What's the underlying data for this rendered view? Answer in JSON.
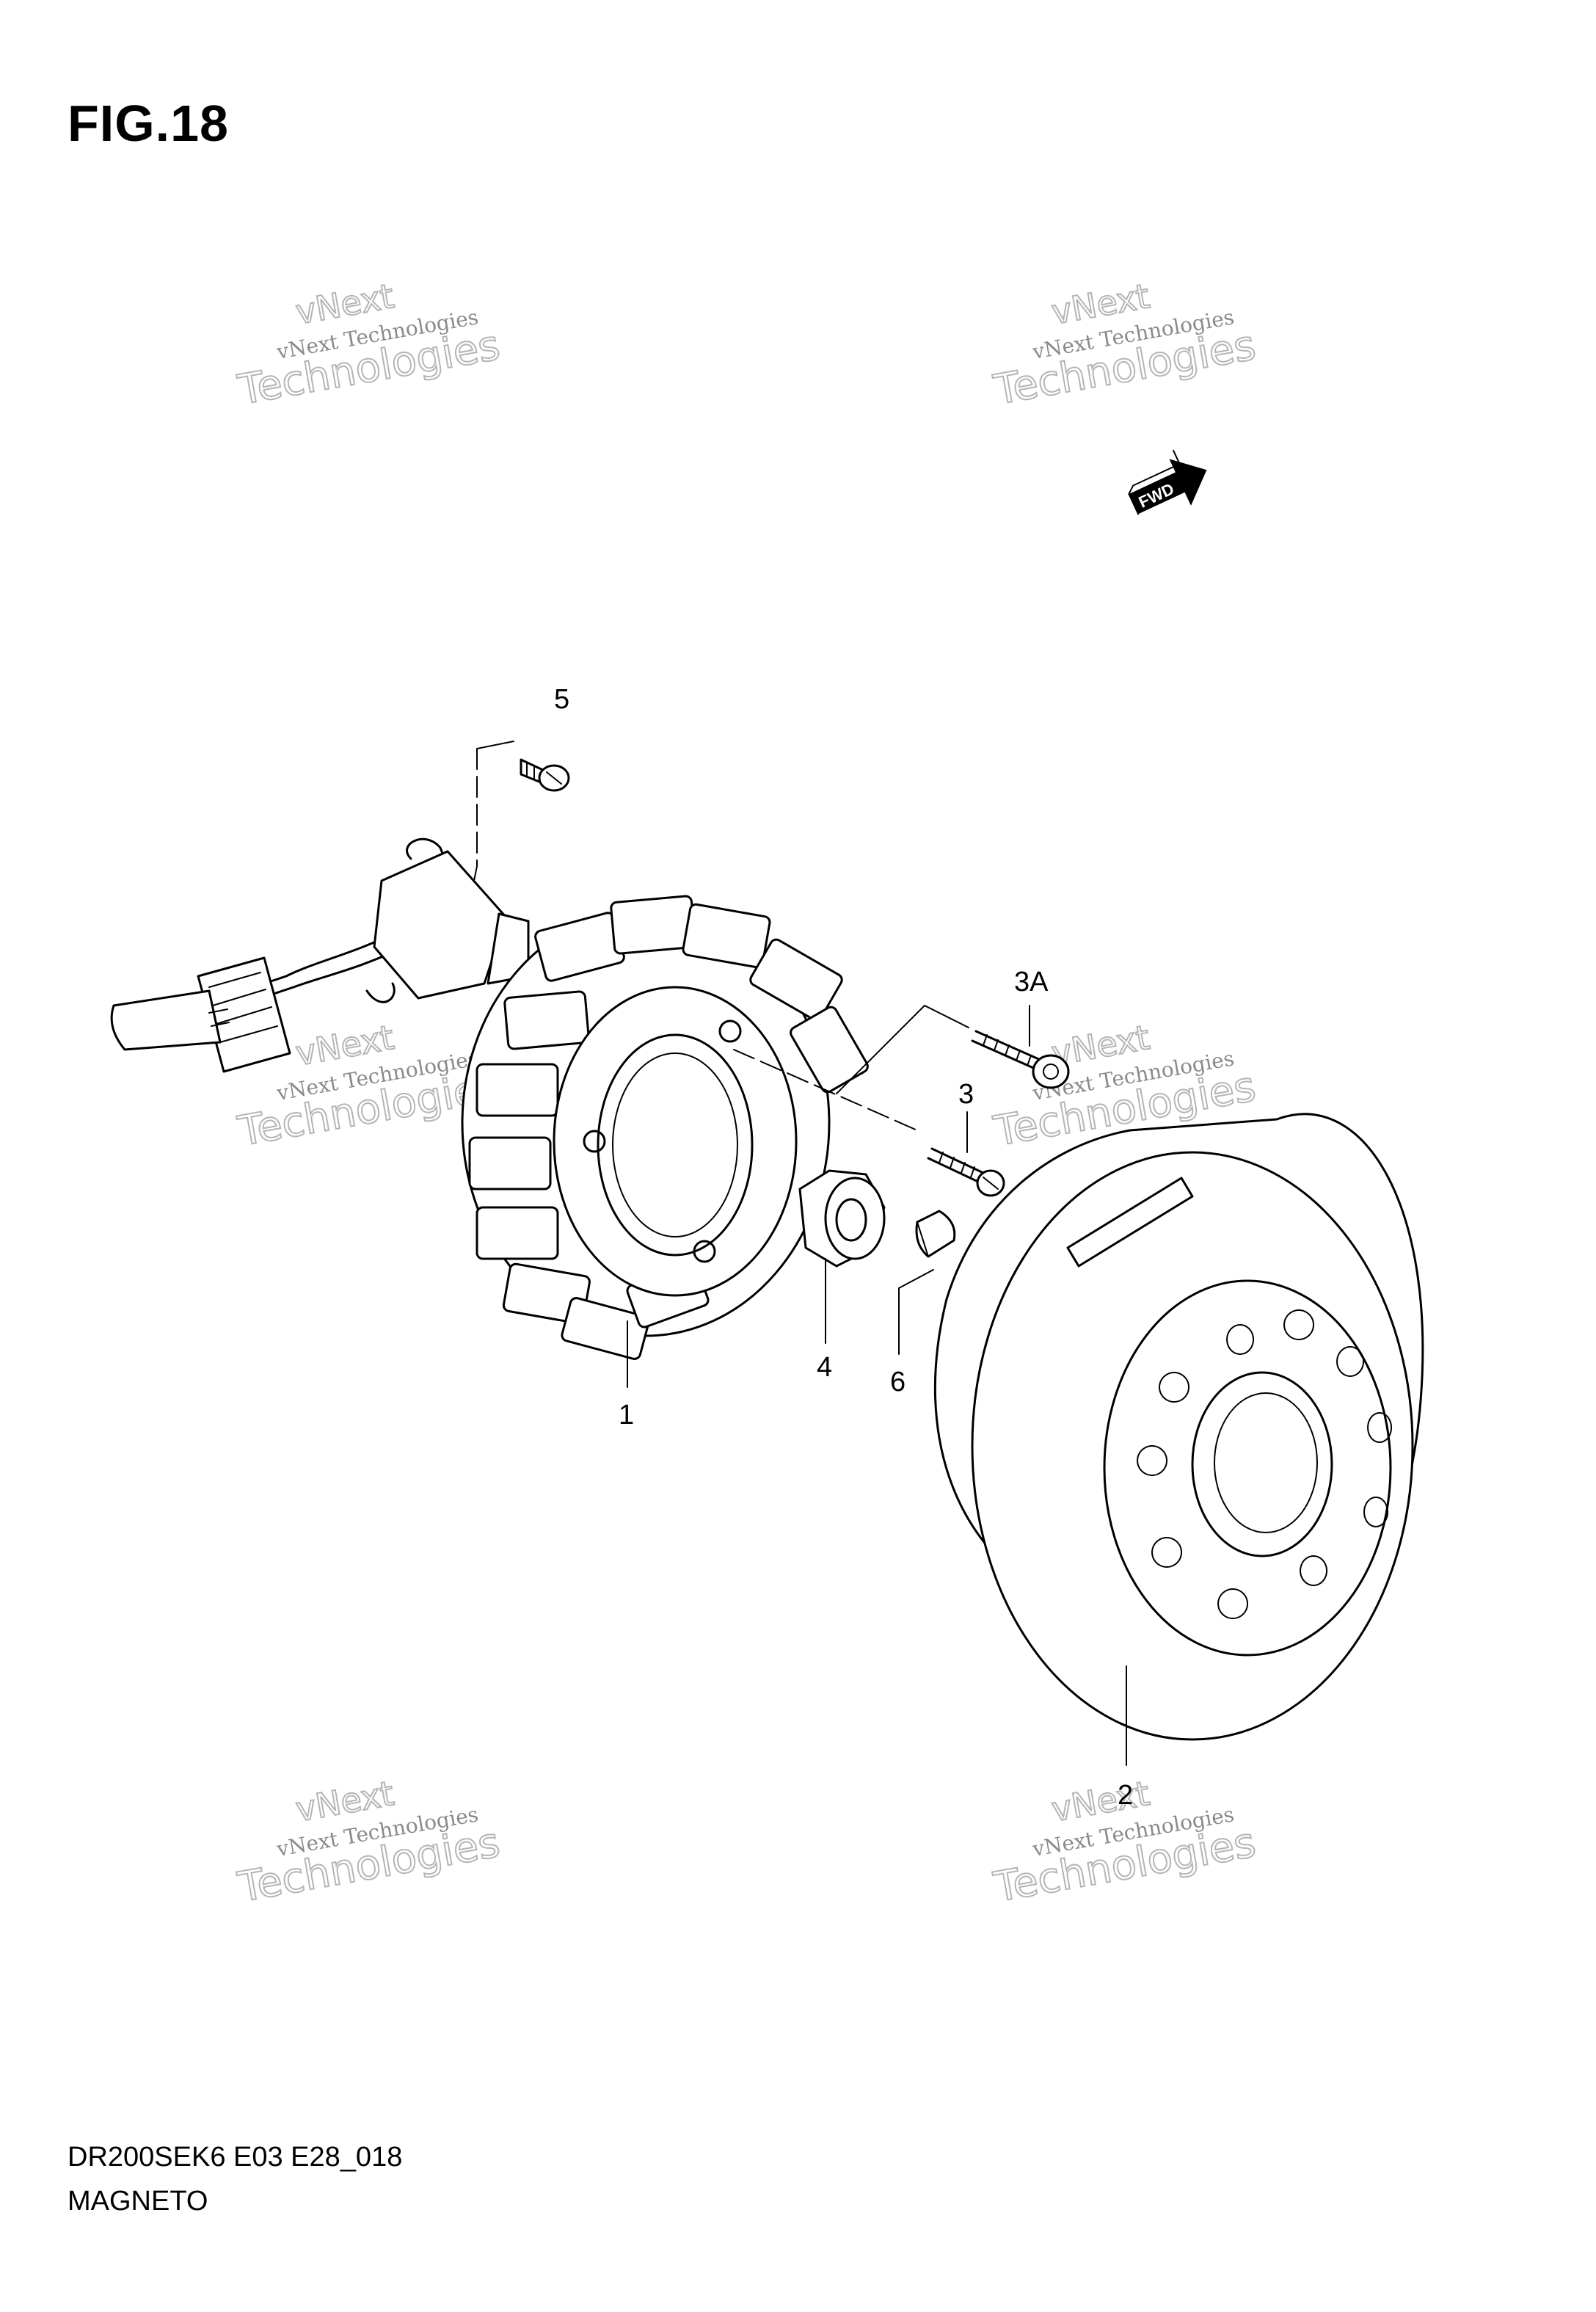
{
  "figure": {
    "title": "FIG.18"
  },
  "footer": {
    "model_code": "DR200SEK6 E03 E28_018",
    "section_name": "MAGNETO"
  },
  "fwd_arrow": {
    "label": "FWD"
  },
  "watermark": {
    "line_small": "vNext Technologies",
    "line_outline_top": "vNext",
    "line_outline_bottom": "Technologies"
  },
  "callouts": [
    {
      "id": "1",
      "label": "1",
      "part": "stator"
    },
    {
      "id": "2",
      "label": "2",
      "part": "rotor"
    },
    {
      "id": "3",
      "label": "3",
      "part": "bolt"
    },
    {
      "id": "3A",
      "label": "3A",
      "part": "bolt"
    },
    {
      "id": "4",
      "label": "4",
      "part": "nut"
    },
    {
      "id": "5",
      "label": "5",
      "part": "screw"
    },
    {
      "id": "6",
      "label": "6",
      "part": "key"
    }
  ]
}
